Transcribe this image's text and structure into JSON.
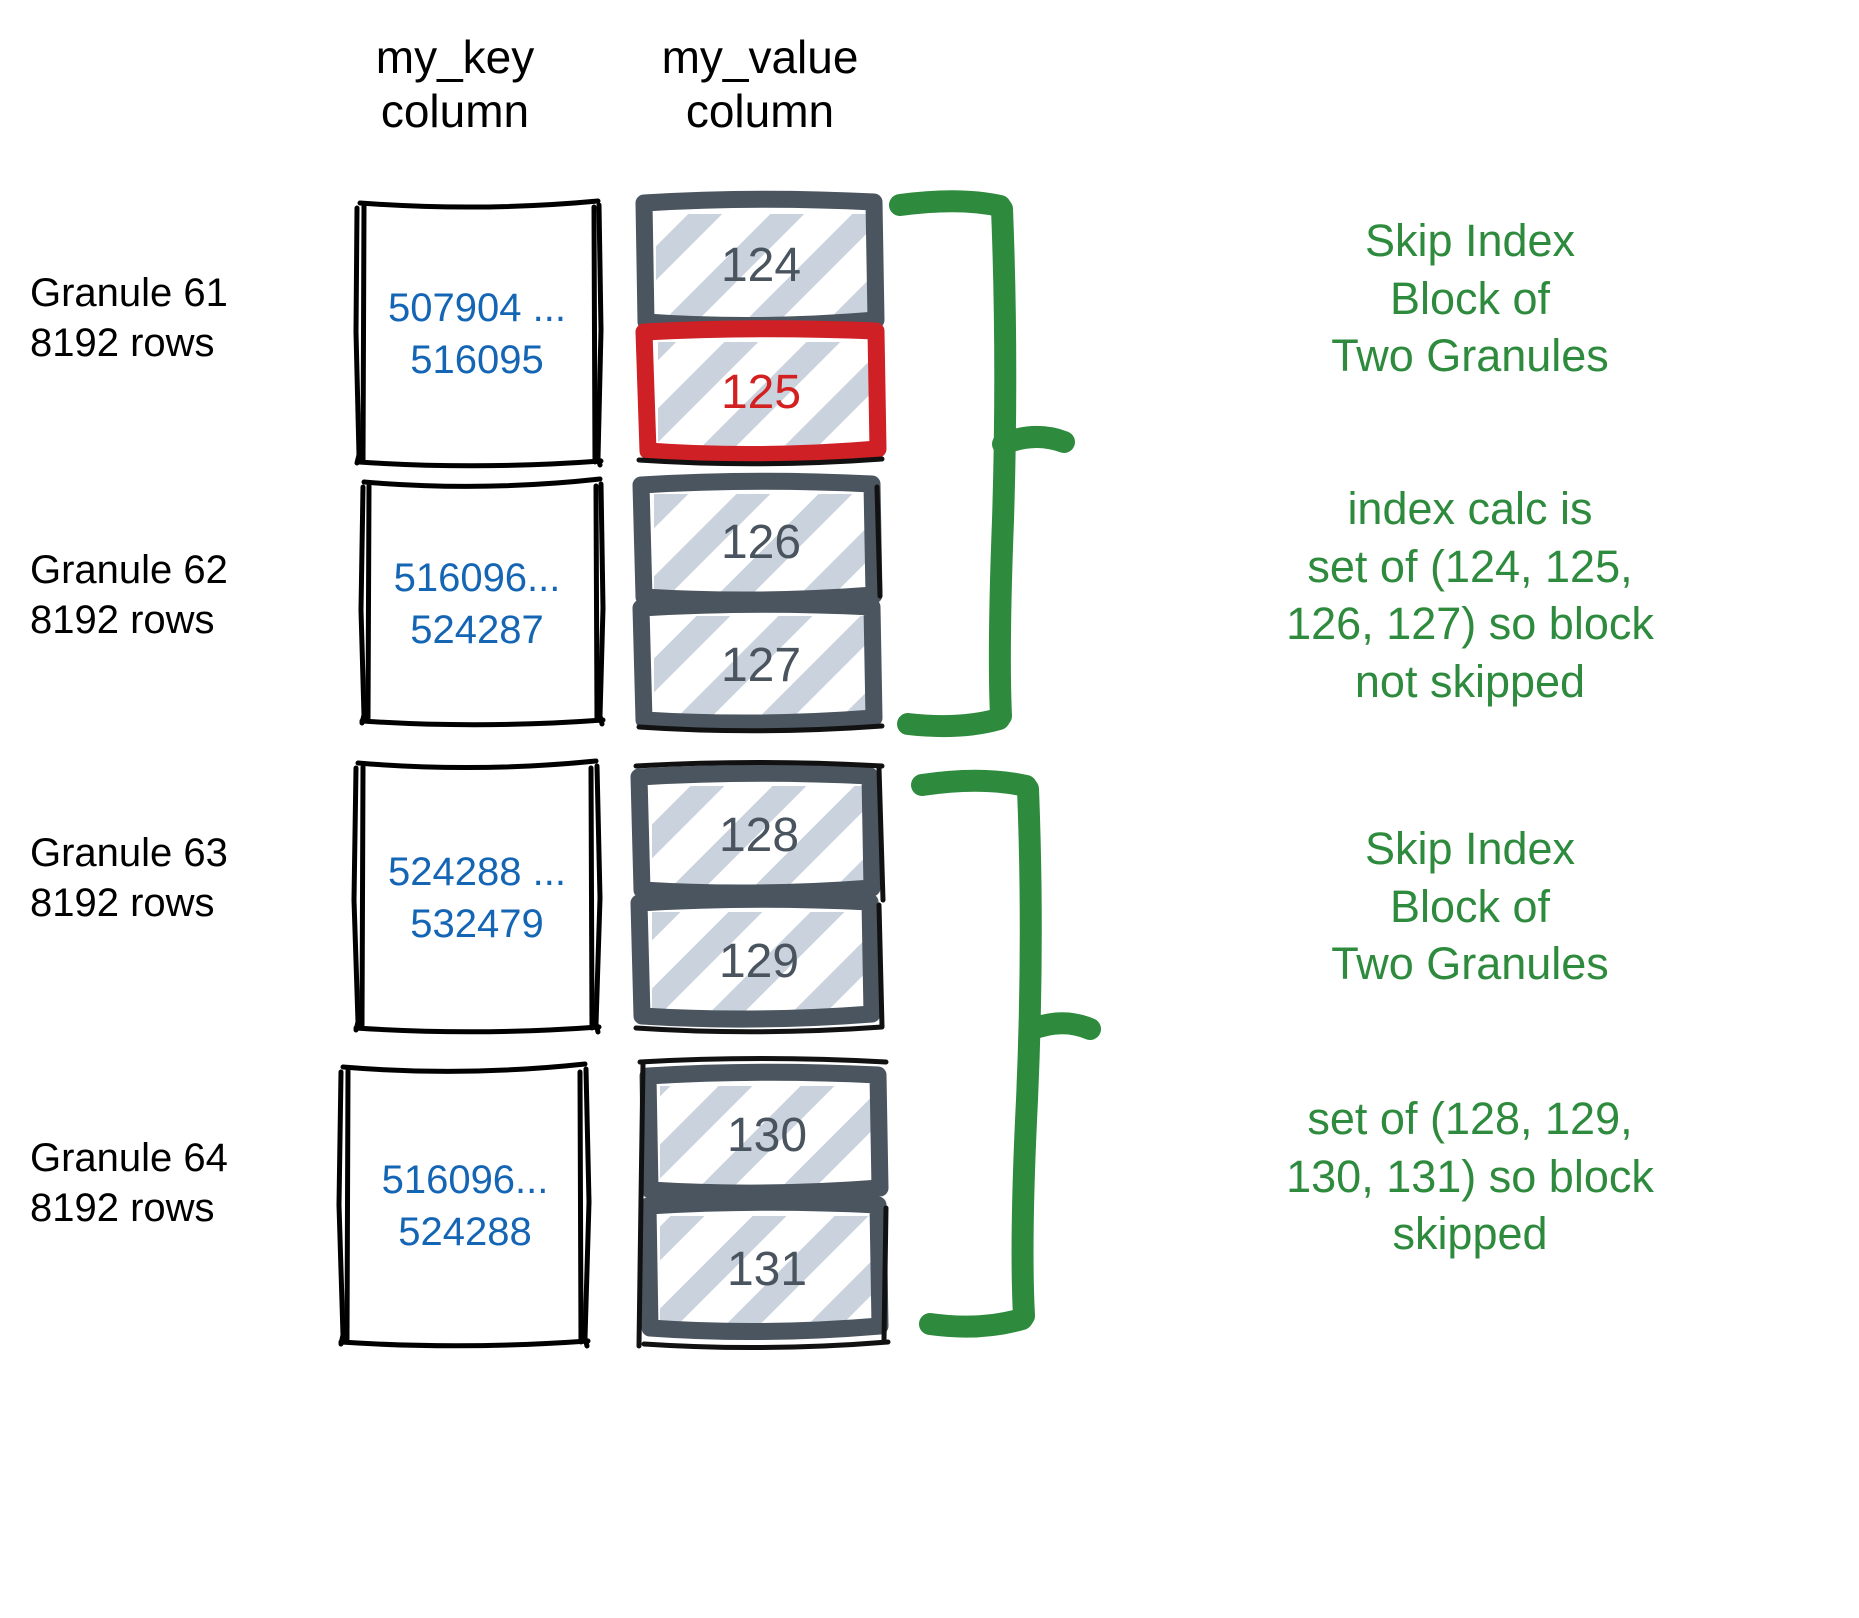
{
  "headers": {
    "key_column": "my_key\ncolumn",
    "value_column": "my_value\ncolumn"
  },
  "granules": [
    {
      "name": "Granule 61",
      "rows": "8192 rows",
      "key_range": "507904 ...\n516095",
      "values": [
        {
          "text": "124",
          "highlighted": false
        },
        {
          "text": "125",
          "highlighted": true
        }
      ]
    },
    {
      "name": "Granule 62",
      "rows": "8192 rows",
      "key_range": "516096...\n524287",
      "values": [
        {
          "text": "126",
          "highlighted": false
        },
        {
          "text": "127",
          "highlighted": false
        }
      ]
    },
    {
      "name": "Granule 63",
      "rows": "8192 rows",
      "key_range": "524288 ...\n532479",
      "values": [
        {
          "text": "128",
          "highlighted": false
        },
        {
          "text": "129",
          "highlighted": false
        }
      ]
    },
    {
      "name": "Granule 64",
      "rows": "8192 rows",
      "key_range": "516096...\n524288",
      "values": [
        {
          "text": "130",
          "highlighted": false
        },
        {
          "text": "131",
          "highlighted": false
        }
      ]
    }
  ],
  "notes": [
    {
      "id": "note-1",
      "text": "Skip Index\nBlock of\nTwo Granules"
    },
    {
      "id": "note-2",
      "text": "index calc is\nset of (124, 125,\n126, 127) so block\nnot skipped"
    },
    {
      "id": "note-3",
      "text": "Skip Index\nBlock of\nTwo Granules"
    },
    {
      "id": "note-4",
      "text": "set of (128, 129,\n130, 131) so block\nskipped"
    }
  ],
  "colors": {
    "key_text": "#1565b5",
    "value_text": "#49545f",
    "highlight": "#d32121",
    "note_green": "#2e8b3e",
    "value_border": "#4a5560",
    "hatch": "#c9d2dd",
    "key_border": "#000000"
  }
}
